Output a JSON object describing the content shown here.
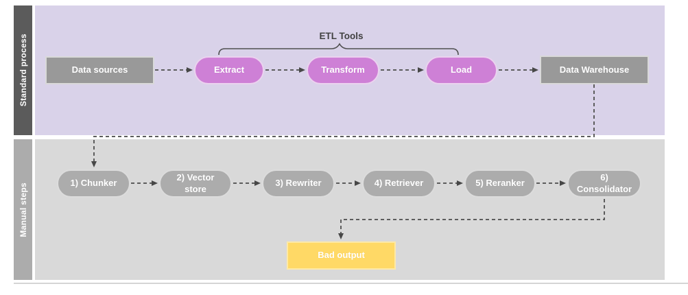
{
  "diagram": {
    "lanes": {
      "standard": {
        "label": "Standard process"
      },
      "manual": {
        "label": "Manual steps"
      }
    },
    "standard": {
      "data_sources": "Data sources",
      "etl_brace_label": "ETL Tools",
      "extract": "Extract",
      "transform": "Transform",
      "load": "Load",
      "data_warehouse": "Data Warehouse"
    },
    "manual": {
      "steps": [
        "1) Chunker",
        "2) Vector store",
        "3) Rewriter",
        "4) Retriever",
        "5) Reranker",
        "6) Consolidator"
      ],
      "bad_output": "Bad output"
    },
    "colors": {
      "standard_lane_bg": "#D9D2E9",
      "standard_lane_bar": "#5B5B5B",
      "manual_lane_bg": "#D9D9D9",
      "manual_lane_bar": "#ACACAC",
      "etl_pill": "#CE80D6",
      "gray_node": "#999999",
      "manual_pill": "#ACACAC",
      "bad_output": "#FFD966",
      "connector": "#5C5C5C"
    }
  }
}
